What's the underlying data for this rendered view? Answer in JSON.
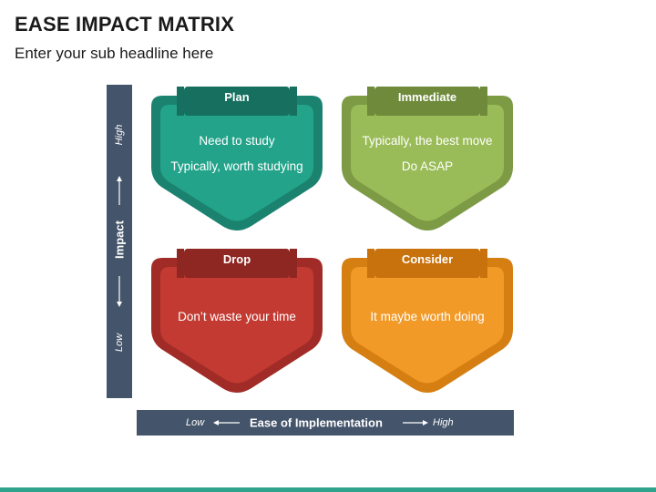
{
  "title": "EASE IMPACT MATRIX",
  "subtitle": "Enter your sub headline here",
  "axes": {
    "vertical": {
      "label": "Impact",
      "high": "High",
      "low": "Low"
    },
    "horizontal": {
      "label": "Ease of Implementation",
      "low": "Low",
      "high": "High"
    },
    "axis_color": "#44546a"
  },
  "quadrants": [
    {
      "id": "plan",
      "title": "Plan",
      "lines": [
        "Need to study",
        "Typically, worth studying"
      ],
      "colors": {
        "fill": "#22a38a",
        "outline": "#1b8270",
        "tab": "#17705f"
      }
    },
    {
      "id": "immediate",
      "title": "Immediate",
      "lines": [
        "Typically, the best move",
        "Do ASAP"
      ],
      "colors": {
        "fill": "#9abc58",
        "outline": "#7d9a45",
        "tab": "#6e8a3a"
      }
    },
    {
      "id": "drop",
      "title": "Drop",
      "lines": [
        "Don’t waste your time"
      ],
      "colors": {
        "fill": "#c23a32",
        "outline": "#a12c27",
        "tab": "#8e2622"
      }
    },
    {
      "id": "consider",
      "title": "Consider",
      "lines": [
        "It maybe worth doing"
      ],
      "colors": {
        "fill": "#f29a28",
        "outline": "#d57f12",
        "tab": "#c8720d"
      }
    }
  ],
  "footer_line_color": "#2fa38c"
}
